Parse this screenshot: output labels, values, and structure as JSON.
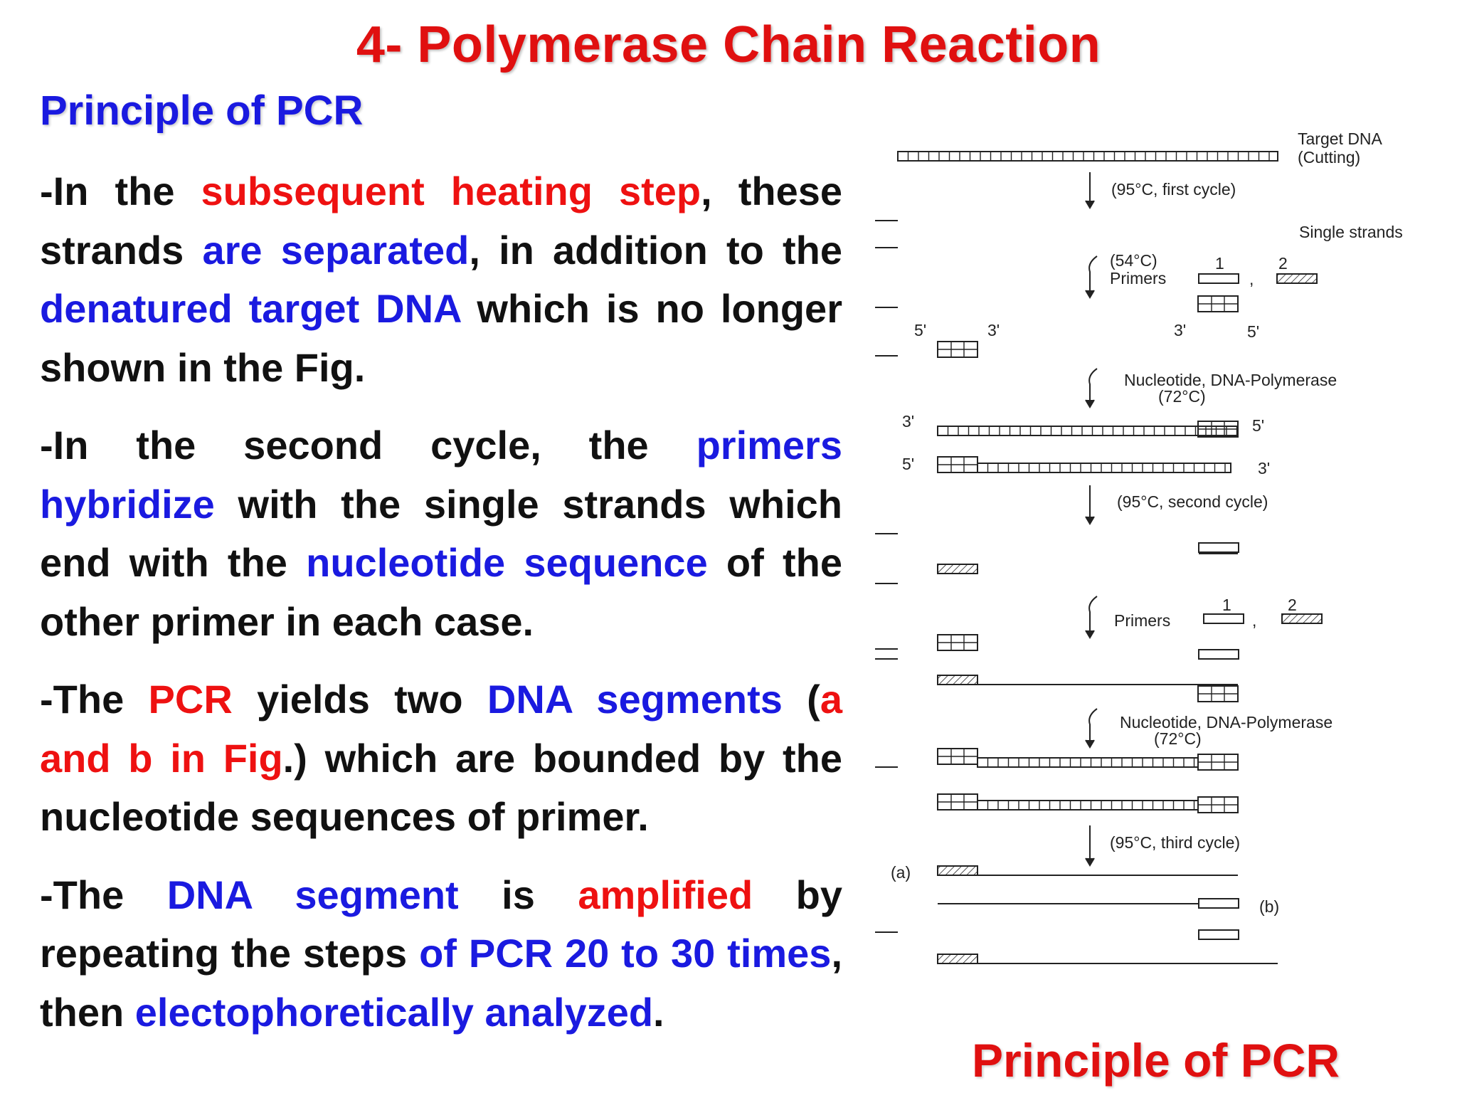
{
  "slide": {
    "title": "4- Polymerase Chain Reaction",
    "subtitle": "Principle of PCR",
    "paragraphs": [
      [
        {
          "t": "-In the ",
          "c": "blk"
        },
        {
          "t": "subsequent heating step",
          "c": "red"
        },
        {
          "t": ", these strands ",
          "c": "blk"
        },
        {
          "t": "are separated",
          "c": "blue"
        },
        {
          "t": ", in addition to the ",
          "c": "blk"
        },
        {
          "t": "denatured target DNA",
          "c": "blue"
        },
        {
          "t": " which is no longer shown in the Fig.",
          "c": "blk"
        }
      ],
      [
        {
          "t": "-In the second cycle, the ",
          "c": "blk"
        },
        {
          "t": "primers hybridize",
          "c": "blue"
        },
        {
          "t": " with the single strands which end with the ",
          "c": "blk"
        },
        {
          "t": "nucleotide sequence",
          "c": "blue"
        },
        {
          "t": " of the other primer in each case.",
          "c": "blk"
        }
      ],
      [
        {
          "t": "-The ",
          "c": "blk"
        },
        {
          "t": "PCR",
          "c": "red"
        },
        {
          "t": " yields two ",
          "c": "blk"
        },
        {
          "t": "DNA segments",
          "c": "blue"
        },
        {
          "t": " (",
          "c": "blk"
        },
        {
          "t": "a and b in Fig",
          "c": "red"
        },
        {
          "t": ".) which are bounded by the nucleotide sequences of primer.",
          "c": "blk"
        }
      ],
      [
        {
          "t": "-The ",
          "c": "blk"
        },
        {
          "t": "DNA segment",
          "c": "blue"
        },
        {
          "t": " is ",
          "c": "blk"
        },
        {
          "t": "amplified",
          "c": "red"
        },
        {
          "t": " by repeating the steps ",
          "c": "blk"
        },
        {
          "t": "of PCR 20 to 30 times",
          "c": "blue"
        },
        {
          "t": ", then ",
          "c": "blk"
        },
        {
          "t": "electophoretically analyzed",
          "c": "blue"
        },
        {
          "t": ".",
          "c": "blk"
        }
      ]
    ],
    "figure_caption": "Principle of PCR"
  },
  "figure": {
    "target_dna_1": "Target DNA",
    "target_dna_2": "(Cutting)",
    "step_first_cycle": "(95°C, first cycle)",
    "single_strands": "Single strands",
    "temp_54": "(54°C)",
    "primers": "Primers",
    "primer_1": "1",
    "primer_2": "2",
    "comma": ",",
    "end_5": "5'",
    "end_3": "3'",
    "nucleotide_poly": "Nucleotide, DNA-Polymerase",
    "temp_72": "(72°C)",
    "step_second_cycle": "(95°C, second cycle)",
    "step_third_cycle": "(95°C, third cycle)",
    "label_a": "(a)",
    "label_b": "(b)"
  },
  "colors": {
    "title_red": "#e01010",
    "highlight_red": "#ee1111",
    "highlight_blue": "#1a1ae0",
    "text_black": "#111111"
  }
}
